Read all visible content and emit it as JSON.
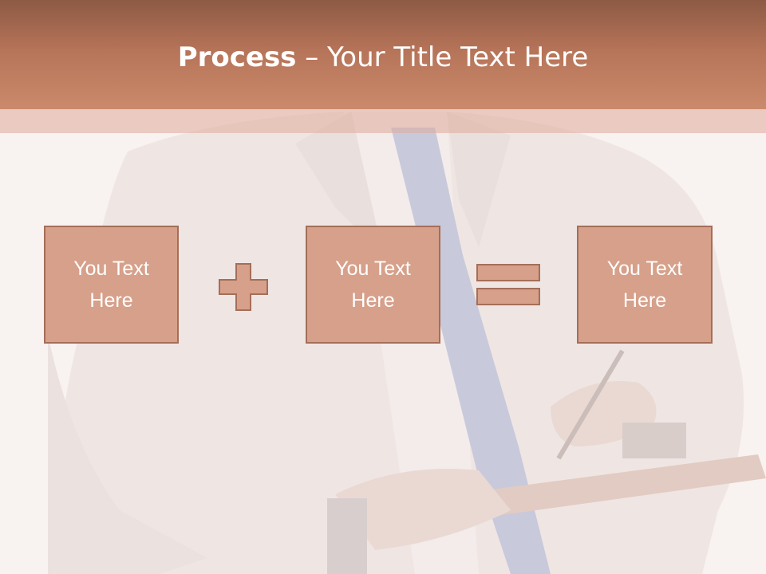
{
  "slide": {
    "title_bold": "Process",
    "title_rest": " – Your Title Text Here"
  },
  "diagram": {
    "boxes": [
      {
        "text": "You Text Here"
      },
      {
        "text": "You Text Here"
      },
      {
        "text": "You Text Here"
      }
    ],
    "operators": [
      "plus-icon",
      "equals-icon"
    ]
  },
  "colors": {
    "header": "#b57358",
    "box_fill": "#d6a08a",
    "box_border": "#a56e58",
    "text": "#ffffff"
  }
}
